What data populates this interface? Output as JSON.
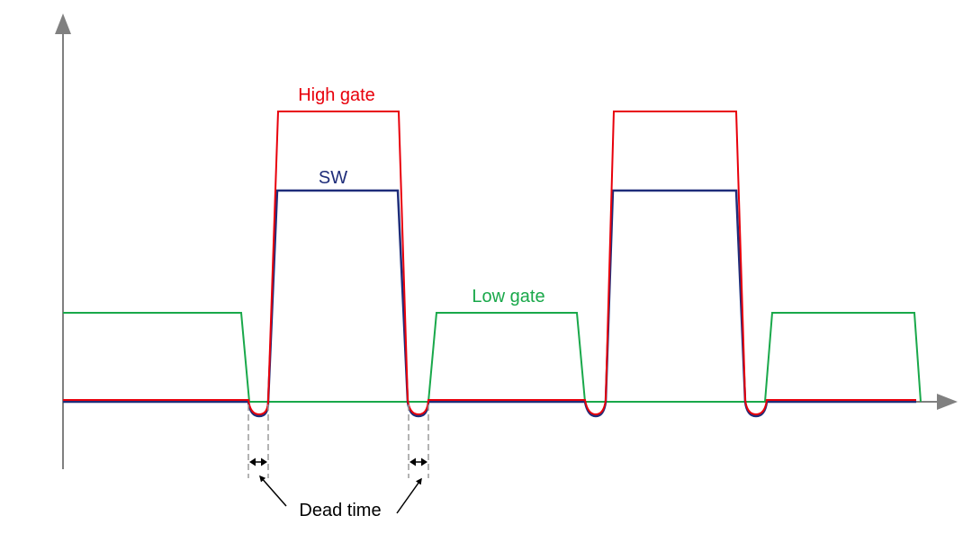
{
  "labels": {
    "high_gate": "High gate",
    "sw": "SW",
    "low_gate": "Low gate",
    "dead_time": "Dead time"
  },
  "colors": {
    "high_gate": "#e8000b",
    "sw": "#1f2d7a",
    "low_gate": "#19a84a",
    "axis": "#808080",
    "annotation": "#000000",
    "dead_time_guides": "#9a9a9a"
  }
}
